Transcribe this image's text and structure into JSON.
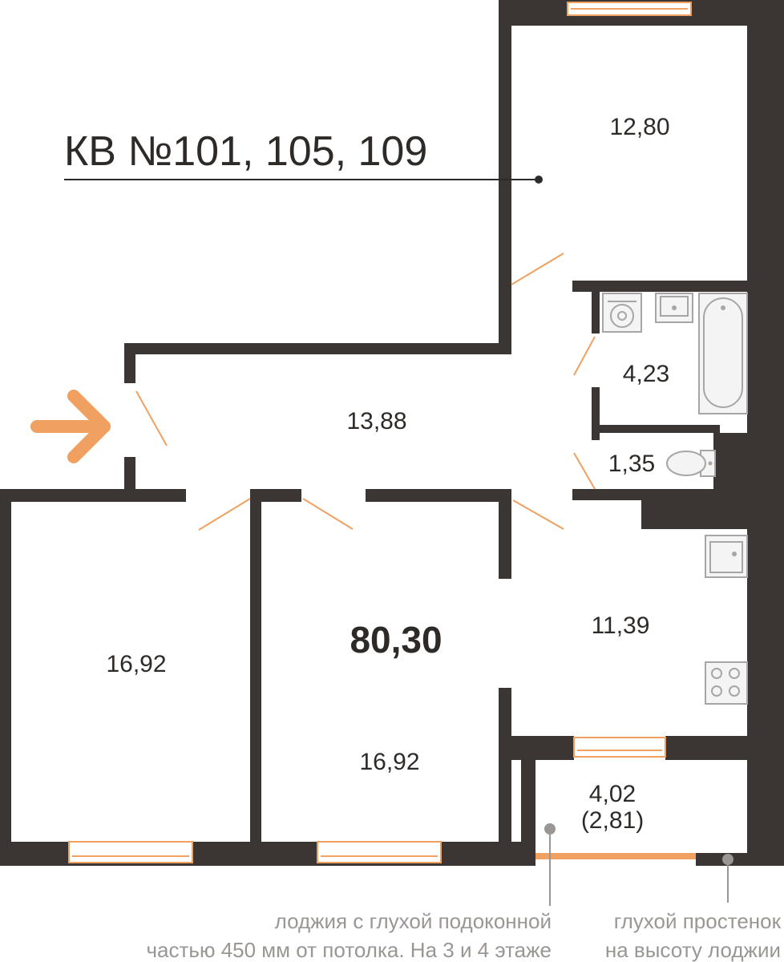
{
  "title": "КВ №101, 105, 109",
  "total_area": "80,30",
  "rooms": {
    "bedroom_top": "12,80",
    "bathroom": "4,23",
    "hall": "13,88",
    "toilet": "1,35",
    "bedroom_left": "16,92",
    "bedroom_middle": "16,92",
    "kitchen": "11,39",
    "loggia_area": "4,02",
    "loggia_area_reduced": "(2,81)"
  },
  "notes": {
    "loggia_line1": "лоджия с глухой подоконной",
    "loggia_line2": "частью 450 мм от потолка. На 3 и 4 этаже",
    "wall_line1": "глухой простенок",
    "wall_line2": "на высоту лоджии"
  },
  "colors": {
    "wall": "#3b3634",
    "accent": "#f0a060",
    "text": "#2e2a28",
    "note": "#9a9694"
  },
  "icons": {
    "entrance": "entrance-arrow-icon"
  }
}
